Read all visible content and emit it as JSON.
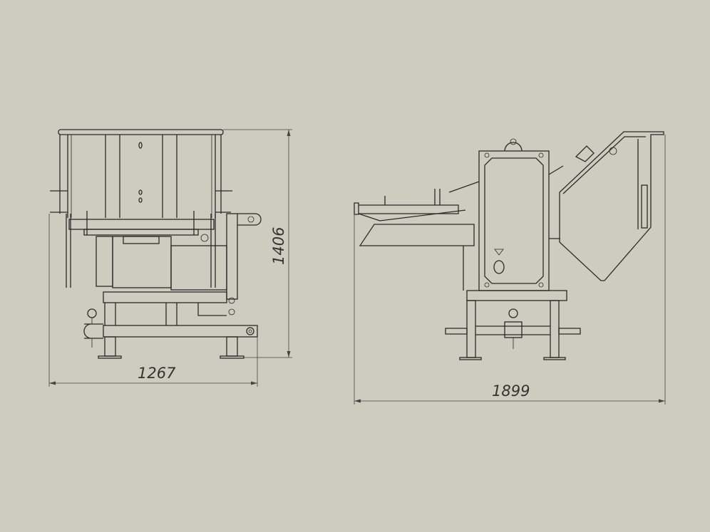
{
  "drawing": {
    "dimensions": {
      "front_height": "1406",
      "front_width": "1267",
      "side_length": "1899"
    },
    "colors": {
      "background": "#cecbbf",
      "line": "#2a2a2a"
    }
  }
}
